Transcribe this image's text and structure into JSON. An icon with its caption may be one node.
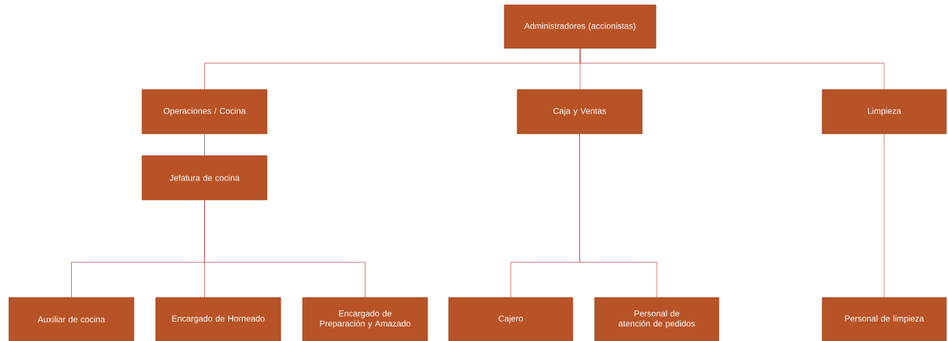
{
  "diagram": {
    "nodes": [
      {
        "text": [
          "Administradores (accionistas)"
        ]
      },
      {
        "text": [
          "Operaciones / Cocina"
        ]
      },
      {
        "text": [
          "Caja y Ventas"
        ]
      },
      {
        "text": [
          "Limpieza"
        ]
      },
      {
        "text": [
          "Jefatura de cocina"
        ]
      },
      {
        "text": [
          "Auxiliar de cocina"
        ]
      },
      {
        "text": [
          "Encargado de Horneado"
        ]
      },
      {
        "text": [
          "Encargado de Preparación y Amazado"
        ]
      },
      {
        "text": [
          "Cajero"
        ]
      },
      {
        "text": [
          "Personal de atención de pedidos"
        ]
      },
      {
        "text": [
          "Personal de limpieza"
        ]
      }
    ],
    "edges": [
      {
        "from": 0,
        "to": 1,
        "arrow": "none"
      },
      {
        "from": 0,
        "to": 2,
        "arrow": "none"
      },
      {
        "from": 0,
        "to": 3,
        "arrow": "none"
      },
      {
        "from": 1,
        "to": 4,
        "arrow": "none",
        "color": "#595959"
      },
      {
        "from": 4,
        "to": 5,
        "arrow": "none"
      },
      {
        "from": 4,
        "to": 6,
        "arrow": "none"
      },
      {
        "from": 4,
        "to": 7,
        "arrow": "none"
      },
      {
        "from": 2,
        "to": 8,
        "arrow": "none"
      },
      {
        "from": 2,
        "to": 9,
        "arrow": "none"
      },
      {
        "from": 3,
        "to": 10,
        "arrow": "none"
      }
    ]
  }
}
